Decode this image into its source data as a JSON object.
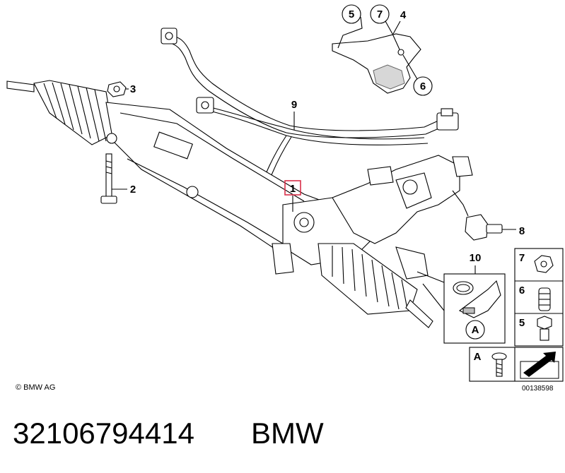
{
  "callouts": {
    "c1": "1",
    "c2": "2",
    "c3": "3",
    "c4": "4",
    "c5": "5",
    "c6": "6",
    "c7": "7",
    "c8": "8",
    "c9": "9",
    "c10": "10"
  },
  "detail": {
    "a_label": "A"
  },
  "side_panel": {
    "r7": "7",
    "r6": "6",
    "r5": "5",
    "ra": "A"
  },
  "copyright": "© BMW AG",
  "ref_number": "00138598",
  "part_number": "32106794414",
  "brand": "BMW",
  "colors": {
    "highlight_box": "#d9304a",
    "ink": "#000000"
  }
}
